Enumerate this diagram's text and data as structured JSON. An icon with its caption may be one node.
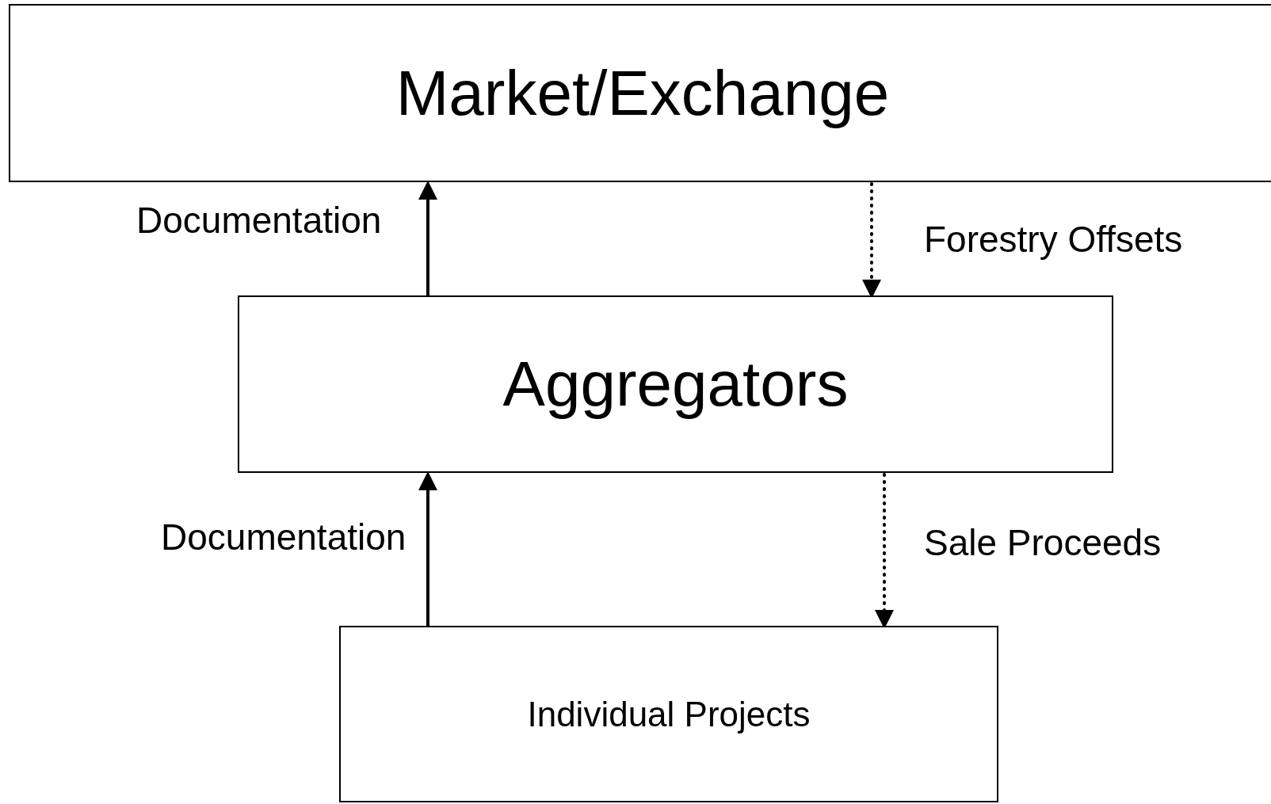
{
  "diagram": {
    "nodes": [
      {
        "text": [
          "Market/Exchange"
        ]
      },
      {
        "text": [
          "Aggregators"
        ]
      },
      {
        "text": [
          "Individual Projects"
        ]
      }
    ],
    "edges": [
      {
        "from": 1,
        "to": 0,
        "arrow": "to",
        "label": "Documentation"
      },
      {
        "from": 0,
        "to": 1,
        "arrow": "to",
        "label": "Forestry Offsets",
        "style": "dashed"
      },
      {
        "from": 2,
        "to": 1,
        "arrow": "to",
        "label": "Documentation"
      },
      {
        "from": 1,
        "to": 2,
        "arrow": "to",
        "label": "Sale Proceeds",
        "style": "dashed"
      }
    ]
  }
}
